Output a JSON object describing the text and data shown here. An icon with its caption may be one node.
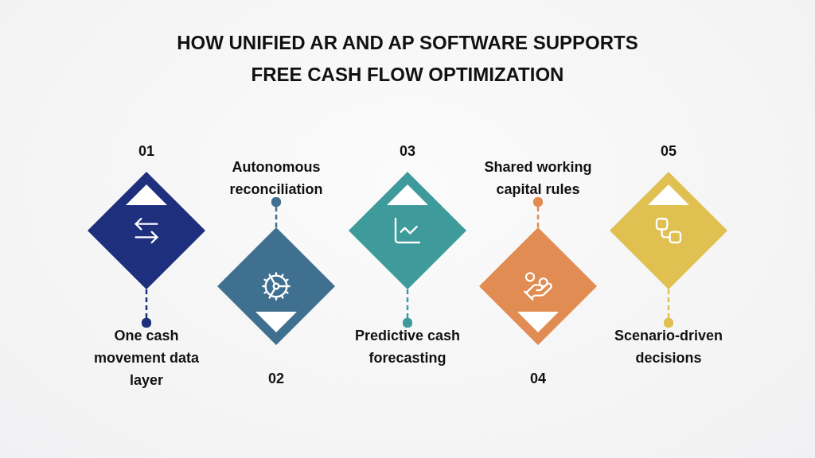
{
  "diagram": {
    "title": "HOW UNIFIED AR AND AP SOFTWARE SUPPORTS FREE CASH FLOW OPTIMIZATION",
    "nodes": [
      {
        "text": [
          "01"
        ]
      },
      {
        "text": [
          "One cash movement data layer"
        ]
      },
      {
        "text": [
          "Autonomous reconciliation"
        ]
      },
      {
        "text": [
          "02"
        ]
      },
      {
        "text": [
          "03"
        ]
      },
      {
        "text": [
          "Predictive cash forecasting"
        ]
      },
      {
        "text": [
          "Shared working capital rules"
        ]
      },
      {
        "text": [
          "04"
        ]
      },
      {
        "text": [
          "05"
        ]
      },
      {
        "text": [
          "Scenario-driven decisions"
        ]
      }
    ],
    "edges": [
      {
        "from": 0,
        "to": 1,
        "arrow": "other",
        "style": "dashed",
        "color": "#1e2f7e"
      },
      {
        "from": 3,
        "to": 2,
        "arrow": "other",
        "style": "dashed",
        "color": "#40708f"
      },
      {
        "from": 4,
        "to": 5,
        "arrow": "other",
        "style": "dashed",
        "color": "#3f9a9c"
      },
      {
        "from": 7,
        "to": 6,
        "arrow": "other",
        "style": "dashed",
        "color": "#e08c52"
      },
      {
        "from": 8,
        "to": 9,
        "arrow": "other",
        "style": "dashed",
        "color": "#dfc050"
      }
    ]
  }
}
